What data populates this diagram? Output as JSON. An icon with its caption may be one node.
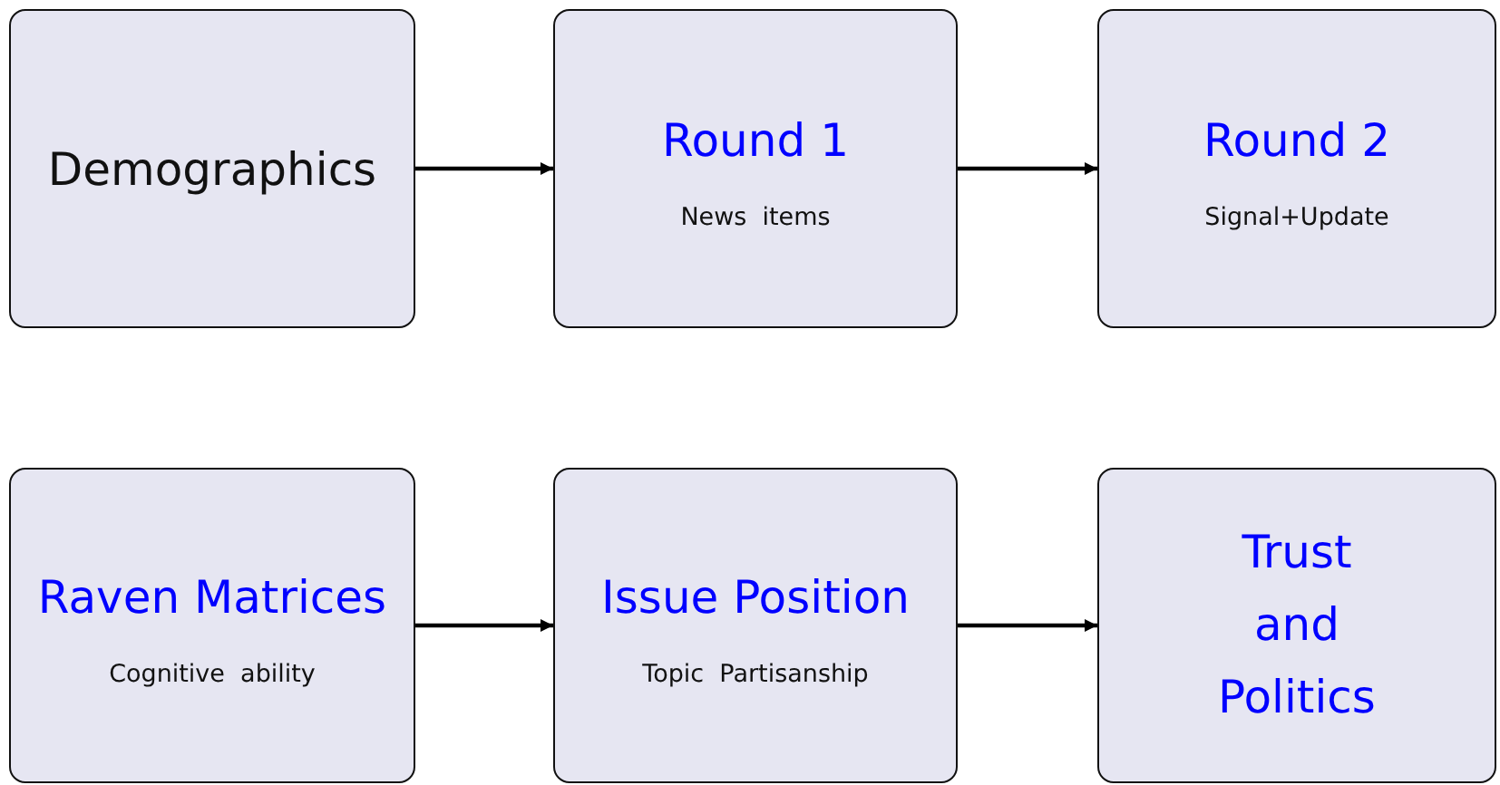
{
  "diagram": {
    "nodes": [
      {
        "text": [
          "Demographics"
        ]
      },
      {
        "text": [
          "Round 1",
          "News  items"
        ]
      },
      {
        "text": [
          "Round 2",
          "Signal+Update"
        ]
      },
      {
        "text": [
          "Raven Matrices",
          "Cognitive  ability"
        ]
      },
      {
        "text": [
          "Issue Position",
          "Topic  Partisanship"
        ]
      },
      {
        "text": [
          "Trust and Politics"
        ]
      }
    ],
    "edges": [
      {
        "from": 0,
        "to": 1,
        "arrow": "to"
      },
      {
        "from": 1,
        "to": 2,
        "arrow": "to"
      },
      {
        "from": 3,
        "to": 4,
        "arrow": "to"
      },
      {
        "from": 4,
        "to": 5,
        "arrow": "to"
      }
    ]
  }
}
